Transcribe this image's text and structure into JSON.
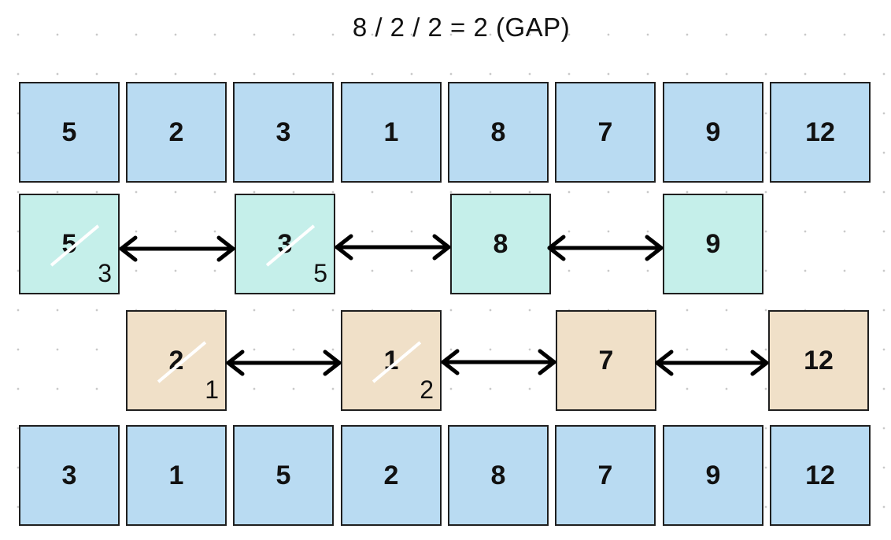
{
  "title": "8 / 2 / 2 = 2 (GAP)",
  "colors": {
    "blue": "#b9dbf2",
    "teal": "#c5efea",
    "tan": "#f0e0c8",
    "border": "#1f1f1f",
    "arrow": "#000000"
  },
  "rows": {
    "original": [
      "5",
      "2",
      "3",
      "1",
      "8",
      "7",
      "9",
      "12"
    ],
    "teal_group": [
      {
        "value": "5",
        "replaced_by": "3"
      },
      {
        "value": "3",
        "replaced_by": "5"
      },
      {
        "value": "8"
      },
      {
        "value": "9"
      }
    ],
    "tan_group": [
      {
        "value": "2",
        "replaced_by": "1"
      },
      {
        "value": "1",
        "replaced_by": "2"
      },
      {
        "value": "7"
      },
      {
        "value": "12"
      }
    ],
    "result": [
      "3",
      "1",
      "5",
      "2",
      "8",
      "7",
      "9",
      "12"
    ]
  }
}
